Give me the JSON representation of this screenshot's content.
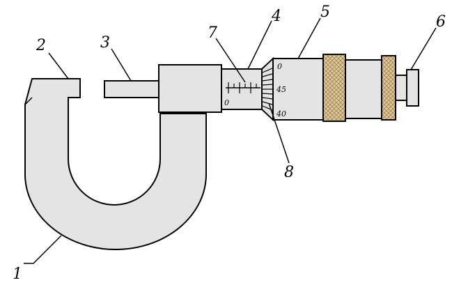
{
  "labels": {
    "frame": "1",
    "anvil": "2",
    "spindle": "3",
    "stem": "4",
    "thimble": "5",
    "ratchet": "6",
    "sleeve_scale": "7",
    "thimble_scale": "8"
  },
  "scale_marks": {
    "sleeve_zero": "0",
    "thimble_top": "0",
    "thimble_mid": "45",
    "thimble_bottom": "40"
  },
  "colors": {
    "body_fill": "#e4e4e4",
    "knurl_fill": "#e0c89a",
    "outline": "#000000"
  }
}
